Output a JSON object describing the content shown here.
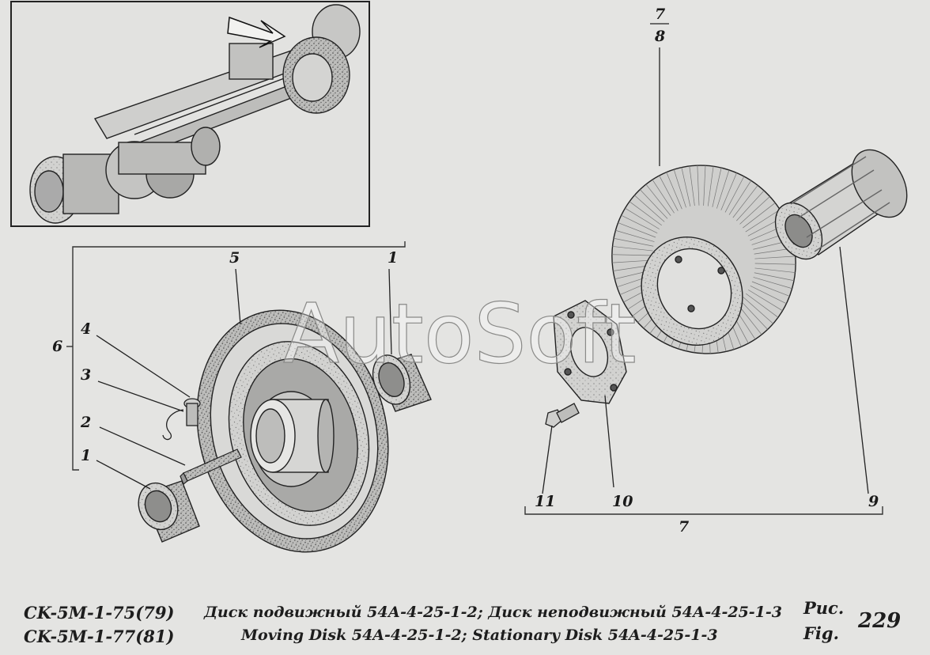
{
  "watermark": "AutoSoft",
  "callouts": {
    "c1_top": "1",
    "c1_bottom": "1",
    "c2": "2",
    "c3": "3",
    "c4": "4",
    "c5": "5",
    "c6": "6",
    "c7_num": "7",
    "c7_den": "8",
    "c7_bottom": "7",
    "c9": "9",
    "c10": "10",
    "c11": "11"
  },
  "caption": {
    "model_line1": "CK-5M-1-75(79)",
    "model_line2": "CK-5M-1-77(81)",
    "title_ru": "Диск подвижный 54А-4-25-1-2; Диск неподвижный 54А-4-25-1-3",
    "title_en": "Moving Disk 54A-4-25-1-2; Stationary Disk 54A-4-25-1-3",
    "fig_ru": "Рис.",
    "fig_en": "Fig.",
    "fig_number": "229"
  }
}
